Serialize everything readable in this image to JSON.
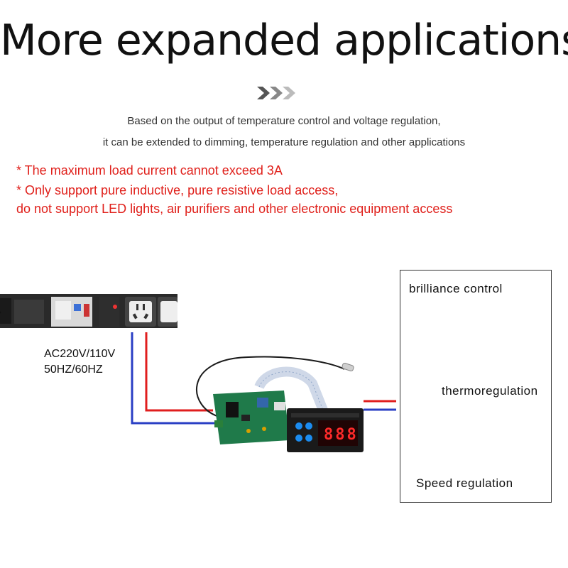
{
  "header": {
    "title": "More expanded applications",
    "subtitle_line1": "Based on the output of temperature control and voltage regulation,",
    "subtitle_line2": "it can be extended to dimming, temperature regulation and other applications"
  },
  "notes": {
    "line1": "* The maximum load current cannot exceed 3A",
    "line2": "* Only support pure inductive, pure resistive load access,",
    "line3": "do not support LED lights, air purifiers and other electronic equipment access"
  },
  "power": {
    "voltage": "AC220V/110V",
    "frequency": "50HZ/60HZ"
  },
  "controller": {
    "display": "888"
  },
  "applications": {
    "brilliance": "brilliance control",
    "thermo": "thermoregulation",
    "speed": "Speed regulation"
  },
  "colors": {
    "note_red": "#e0201b",
    "wire_red": "#e01e1e",
    "wire_blue": "#2a3fc4",
    "board_green": "#1f7a4a"
  }
}
